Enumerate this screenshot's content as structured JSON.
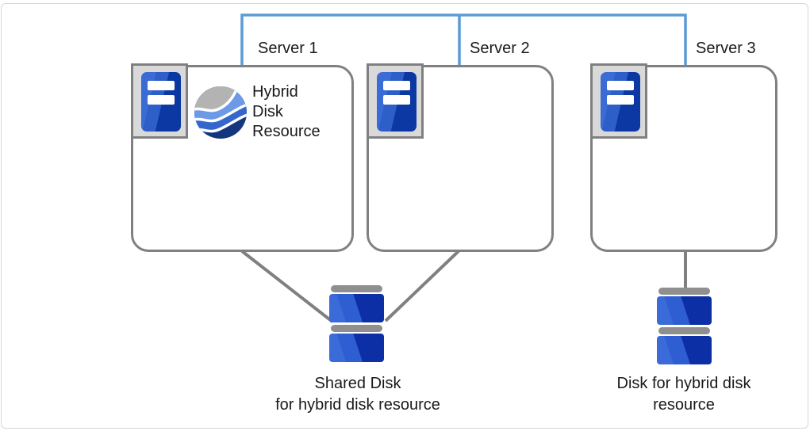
{
  "diagram": {
    "type": "cluster-architecture",
    "description_visible_text_only": true
  },
  "servers": [
    {
      "label": "Server 1"
    },
    {
      "label": "Server 2"
    },
    {
      "label": "Server 3"
    }
  ],
  "hybrid_resource": {
    "label": "Hybrid Disk Resource",
    "icon": "wave-sphere-icon"
  },
  "labels": {
    "shared_disk": [
      "Shared Disk",
      "for hybrid disk resource"
    ],
    "hybrid_disk": [
      "Disk for hybrid disk",
      "resource"
    ]
  },
  "icons": {
    "server": "server-tower-icon",
    "shared_disk": "disk-stack-icon",
    "hybrid_disk": "disk-stack-icon",
    "resource": "wave-sphere-icon"
  },
  "colors": {
    "network_line_blue": "#5b9bd5",
    "box_border_gray": "#808080",
    "connector_gray": "#808080",
    "frame_gray": "#d6d6d6",
    "icon_tray_bg": "#d9d9d9",
    "server_blue_light": "#2e5fc8",
    "server_blue_dark": "#0b38a2",
    "disk_blue_light": "#2e5ed2",
    "disk_blue_dark": "#0c2fa5",
    "disk_cap_gray": "#8f8f8f",
    "sphere_gray": "#b3b3b3",
    "sphere_blue_light": "#6d9ae6",
    "sphere_blue_mid": "#3566cd",
    "sphere_blue_dark": "#14367e",
    "text": "#1a1a1a"
  }
}
